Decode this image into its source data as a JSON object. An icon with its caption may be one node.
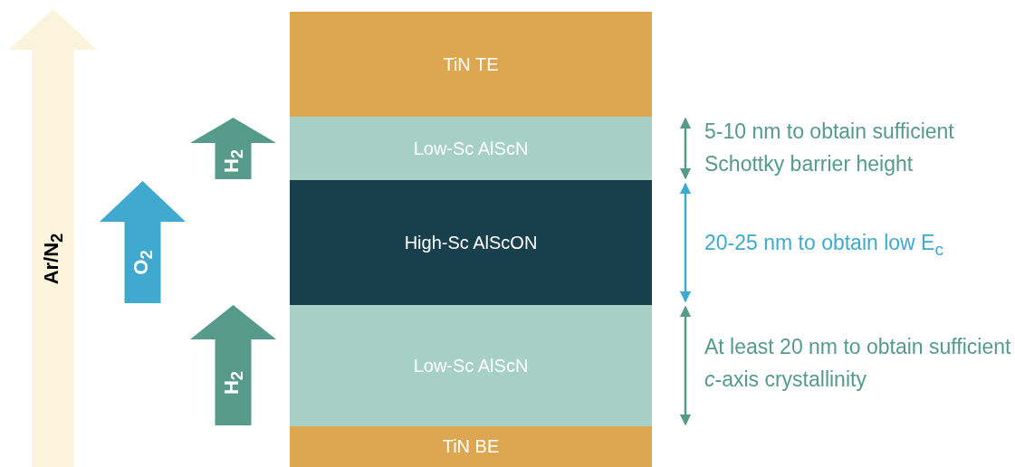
{
  "diagram": {
    "nodes": [
      {
        "text": [
          "TiN TE"
        ]
      },
      {
        "text": [
          "Low-Sc AlScN"
        ]
      },
      {
        "text": [
          "High-Sc AlScON"
        ]
      },
      {
        "text": [
          "Low-Sc AlScN"
        ]
      },
      {
        "text": [
          "TiN BE"
        ]
      },
      {
        "text": [
          "Ar/N$_{2}$"
        ]
      },
      {
        "text": [
          "H$_{2}$"
        ]
      },
      {
        "text": [
          "O$_{2}$"
        ]
      },
      {
        "text": [
          "H$_{2}$"
        ]
      }
    ],
    "labels": [
      "5-10 nm to obtain sufficient Schottky barrier height",
      "20-25 nm to obtain low E$_{c}$",
      "At least 20 nm to obtain sufficient *c*-axis crystallinity"
    ]
  }
}
